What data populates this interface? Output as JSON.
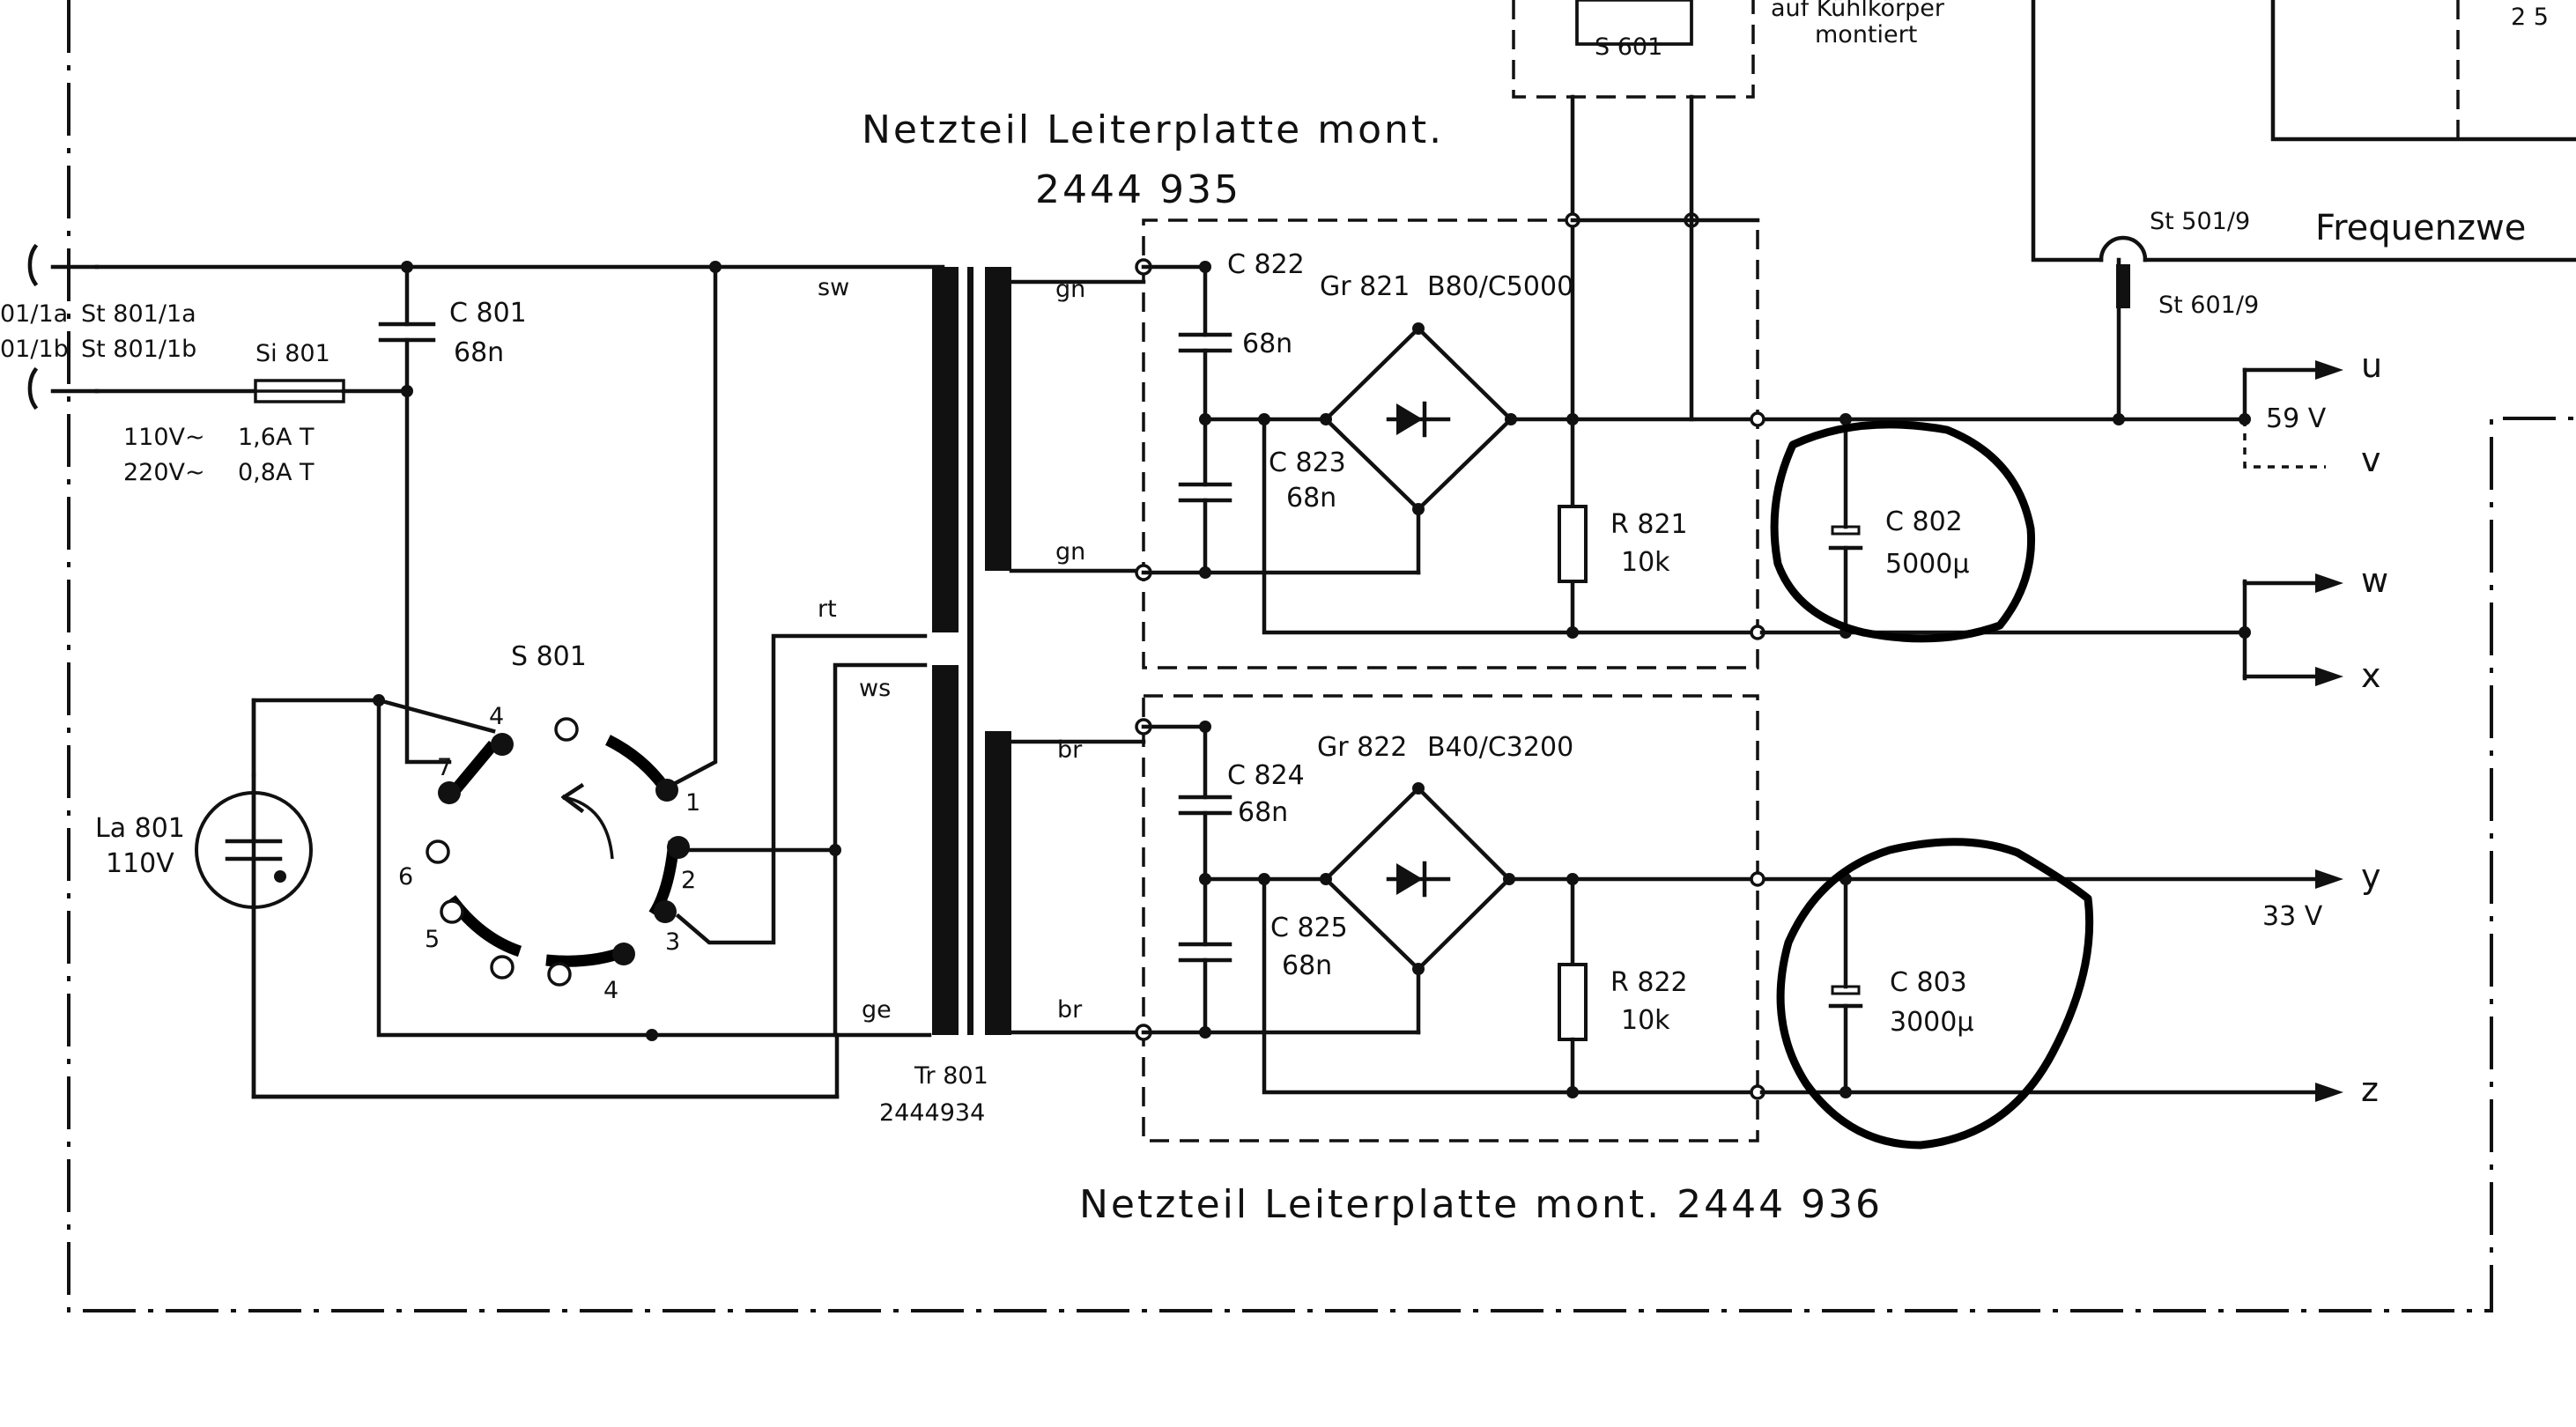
{
  "diagram": {
    "title_top_line1": "Netzteil Leiterplatte mont.",
    "title_top_line2": "2444 935",
    "title_bottom": "Netzteil Leiterplatte mont. 2444 936",
    "top_switch": {
      "label": "S 601",
      "note_line1": "auf Kühlkörper",
      "note_line2": "montiert"
    },
    "top_right": {
      "number": "2 5",
      "frequenzweiche": "Frequenzwe",
      "st_upper": "St 501/9",
      "st_lower": "St 601/9"
    },
    "input": {
      "plug_a": "01/1a",
      "plug_b": "01/1b",
      "st_a": "St 801/1a",
      "st_b": "St 801/1b",
      "fuse_label": "Si 801",
      "fuse_row1_v": "110V~",
      "fuse_row1_a": "1,6A T",
      "fuse_row2_v": "220V~",
      "fuse_row2_a": "0,8A T"
    },
    "c801": {
      "name": "C 801",
      "value": "68n"
    },
    "lamp": {
      "name": "La 801",
      "value": "110V"
    },
    "selector": {
      "name": "S 801",
      "pins": [
        "1",
        "2",
        "3",
        "4",
        "4",
        "5",
        "6",
        "7"
      ]
    },
    "transformer": {
      "name": "Tr 801",
      "number": "2444934",
      "wires": {
        "sw": "sw",
        "rt": "rt",
        "ws": "ws",
        "ge": "ge",
        "gn_top": "gn",
        "gn_bottom": "gn",
        "br_top": "br",
        "br_bottom": "br"
      }
    },
    "upper_supply": {
      "rectifier": "Gr 821",
      "rectifier_type": "B80/C5000",
      "c822": {
        "name": "C 822",
        "value": "68n"
      },
      "c823": {
        "name": "C 823",
        "value": "68n"
      },
      "r821": {
        "name": "R 821",
        "value": "10k"
      },
      "c802": {
        "name": "C 802",
        "value": "5000µ"
      },
      "voltage": "59 V"
    },
    "lower_supply": {
      "rectifier": "Gr 822",
      "rectifier_type": "B40/C3200",
      "c824": {
        "name": "C 824",
        "value": "68n"
      },
      "c825": {
        "name": "C 825",
        "value": "68n"
      },
      "r822": {
        "name": "R 822",
        "value": "10k"
      },
      "c803": {
        "name": "C 803",
        "value": "3000µ"
      },
      "voltage": "33 V"
    },
    "outputs": {
      "u": "u",
      "v": "v",
      "w": "w",
      "x": "x",
      "y": "y",
      "z": "z"
    }
  }
}
